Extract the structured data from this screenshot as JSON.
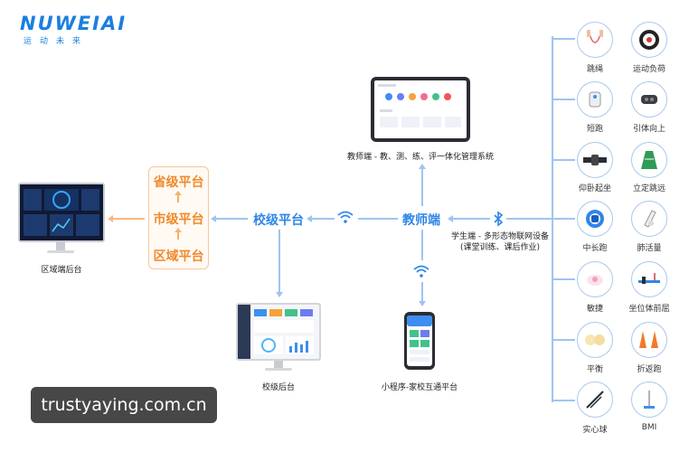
{
  "logo": {
    "word": "NUWEIAI",
    "subtitle": "运动未来"
  },
  "nodes": {
    "teacher_system": "教师端 - 教、测、练、评一体化管理系统",
    "teacher": "教师端",
    "school_platform": "校级平台",
    "school_backend": "校级后台",
    "mini_program": "小程序-家校互通平台",
    "region_backend": "区域端后台",
    "student_devices_line1": "学生端 - 多形态物联网设备",
    "student_devices_line2": "(课堂训练、课后作业)"
  },
  "hierarchy": [
    "省级平台",
    "市级平台",
    "区域平台"
  ],
  "devices": [
    [
      "跳绳",
      "运动负荷"
    ],
    [
      "短跑",
      "引体向上"
    ],
    [
      "仰卧起坐",
      "立定跳远"
    ],
    [
      "中长跑",
      "肺活量"
    ],
    [
      "敏捷",
      "坐位体前屈"
    ],
    [
      "平衡",
      "折返跑"
    ],
    [
      "实心球",
      "BMI"
    ]
  ],
  "watermark": "trustyaying.com.cn",
  "colors": {
    "accent_blue": "#2f86e8",
    "accent_orange": "#f08a2c",
    "line_blue": "#9ec4f2"
  }
}
